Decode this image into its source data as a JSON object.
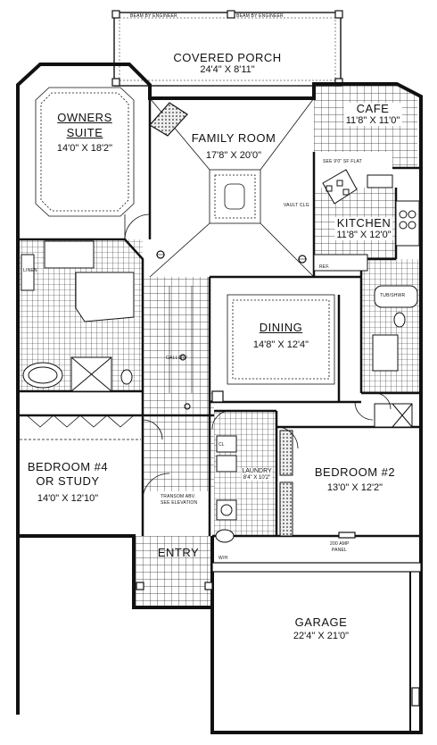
{
  "notes": {
    "beam_left": "BEAM BY ENGINEER",
    "beam_right": "BEAM BY ENGINEER",
    "vault_clg": "VAULT CLG",
    "gallery": "GALLERY",
    "transom": "TRANSOM ABV.",
    "elevation": "SEE ELEVATION",
    "panel_amp": "200 AMP",
    "panel": "PANEL",
    "tub_shower": "TUB/SHWR",
    "ref": "REF.",
    "linen": "LINEN",
    "closet": "CL",
    "wh": "W/H",
    "ceiling_note": "SEE 9'0\" SF FLAT"
  },
  "rooms": {
    "covered_porch": {
      "name": "COVERED PORCH",
      "dims": "24'4\" X 8'11\""
    },
    "owners_suite": {
      "name_1": "OWNERS",
      "name_2": "SUITE",
      "dims": "14'0\" X 18'2\""
    },
    "family_room": {
      "name": "FAMILY ROOM",
      "dims": "17'8\" X 20'0\""
    },
    "cafe": {
      "name": "CAFE",
      "dims": "11'8\" X 11'0\""
    },
    "kitchen": {
      "name": "KITCHEN",
      "dims": "11'8\" X 12'0\""
    },
    "dining": {
      "name": "DINING",
      "dims": "14'8\" X 12'4\""
    },
    "bedroom_4": {
      "name_1": "BEDROOM #4",
      "name_2": "OR STUDY",
      "dims": "14'0\" X 12'10\""
    },
    "laundry": {
      "name": "LAUNDRY",
      "dims": "8'4\" X 10'2\""
    },
    "bedroom_2": {
      "name": "BEDROOM #2",
      "dims": "13'0\" X 12'2\""
    },
    "entry": {
      "name": "ENTRY"
    },
    "garage": {
      "name": "GARAGE",
      "dims": "22'4\" X 21'0\""
    }
  }
}
